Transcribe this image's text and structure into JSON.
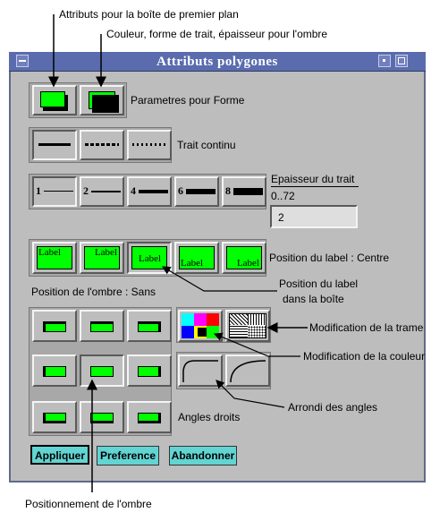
{
  "annotations": {
    "foreground": "Attributs pour la boîte de premier plan",
    "shadow_attrs": "Couleur, forme de trait, épaisseur pour l'ombre",
    "label_pos_line1": "Position du label",
    "label_pos_line2": "dans la boîte",
    "pattern": "Modification de la trame",
    "color": "Modification de la couleur",
    "rounding": "Arrondi des angles",
    "shadow_position": "Positionnement de l'ombre"
  },
  "window": {
    "title": "Attributs  polygones"
  },
  "shape": {
    "label": "Parametres pour Forme"
  },
  "line_style": {
    "label": "Trait continu"
  },
  "thickness": {
    "title": "Epaisseur du trait",
    "range": "0..72",
    "value": "2",
    "buttons": [
      "1",
      "2",
      "4",
      "6",
      "8"
    ]
  },
  "label_position": {
    "label": "Position du label : Centre",
    "button_text": "Label"
  },
  "shadow": {
    "label": "Position de l'ombre :  Sans"
  },
  "corners": {
    "label": "Angles droits"
  },
  "actions": {
    "apply": "Appliquer",
    "preference": "Preference",
    "cancel": "Abandonner"
  },
  "colors": {
    "green": "#00ff00",
    "window_bg": "#bdbdbd",
    "titlebar": "#5a6cae",
    "action_button": "#62d4d2"
  }
}
